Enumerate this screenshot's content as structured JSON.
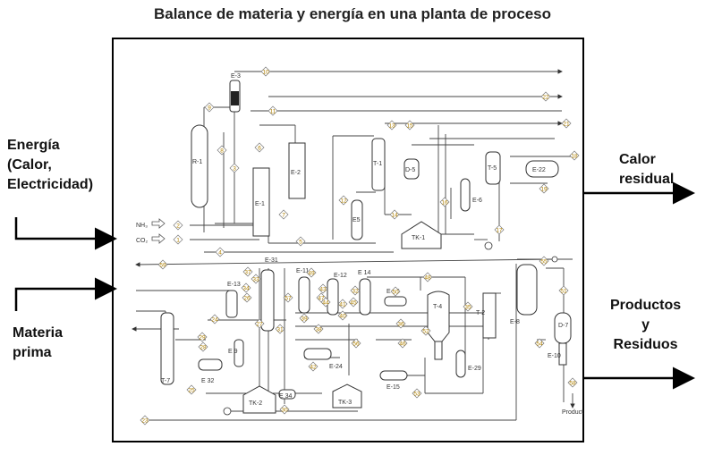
{
  "title": "Balance de materia y energía en una planta de proceso",
  "labels": {
    "energy": [
      "Energía",
      "(Calor,",
      "Electricidad)"
    ],
    "materia": [
      "Materia",
      "prima"
    ],
    "calor": [
      "Calor",
      "residual"
    ],
    "productos": [
      "Productos",
      "y",
      "Residuos"
    ]
  },
  "equipment": [
    "E-3",
    "R-1",
    "E-1",
    "E-2",
    "T-1",
    "D-5",
    "T-5",
    "E-22",
    "E-6",
    "E5",
    "TK-1",
    "E-31",
    "E-11",
    "E-12",
    "E 14",
    "E-35",
    "E-13",
    "T-4",
    "T-2",
    "E-8",
    "D-7",
    "E-10",
    "E 9",
    "E-24",
    "E-29",
    "E-15",
    "T-7",
    "E 32",
    "TK-2",
    "E 34",
    "TK-3"
  ],
  "feeds": [
    "NH₃",
    "CO₂"
  ],
  "product_label": "Product",
  "streams": [
    "10",
    "11",
    "9",
    "8",
    "6",
    "7",
    "5",
    "4",
    "3",
    "2",
    "1",
    "12",
    "13",
    "14",
    "15",
    "16",
    "17",
    "18",
    "19",
    "21",
    "22",
    "23",
    "24",
    "25",
    "26",
    "27",
    "28",
    "29",
    "30",
    "31",
    "32",
    "33",
    "34",
    "35",
    "36",
    "37",
    "38",
    "39",
    "40",
    "41",
    "42",
    "43",
    "44",
    "45",
    "46",
    "47",
    "48",
    "49",
    "50",
    "51",
    "52",
    "53",
    "54",
    "55",
    "56",
    "57",
    "58",
    "59"
  ]
}
